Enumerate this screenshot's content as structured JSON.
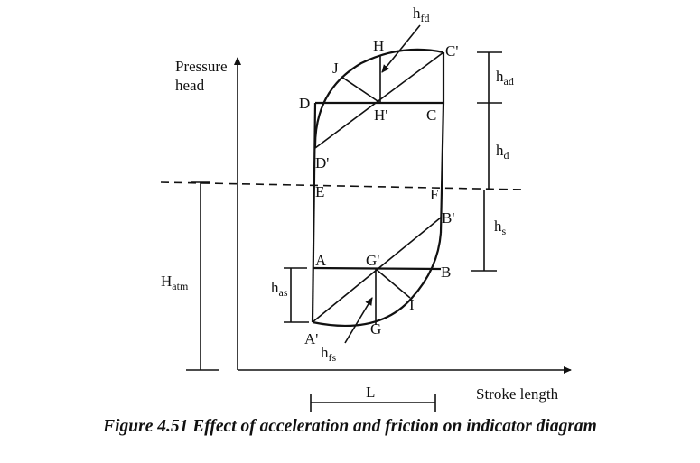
{
  "axes": {
    "y_label_line1": "Pressure",
    "y_label_line2": "head",
    "x_label": "Stroke length"
  },
  "points": {
    "A": "A",
    "B": "B",
    "C": "C",
    "D": "D",
    "E": "E",
    "F": "F",
    "G": "G",
    "H": "H",
    "I": "I",
    "J": "J",
    "A_prime": "A'",
    "B_prime": "B'",
    "C_prime": "C'",
    "D_prime": "D'",
    "G_prime": "G'",
    "H_prime": "H'"
  },
  "dimensions": {
    "h_fd_main": "h",
    "h_fd_sub": "fd",
    "h_ad_main": "h",
    "h_ad_sub": "ad",
    "h_d_main": "h",
    "h_d_sub": "d",
    "h_s_main": "h",
    "h_s_sub": "s",
    "h_as_main": "h",
    "h_as_sub": "as",
    "h_fs_main": "h",
    "h_fs_sub": "fs",
    "H_atm_main": "H",
    "H_atm_sub": "atm",
    "L": "L"
  },
  "caption": "Figure 4.51 Effect of acceleration and friction on indicator diagram"
}
